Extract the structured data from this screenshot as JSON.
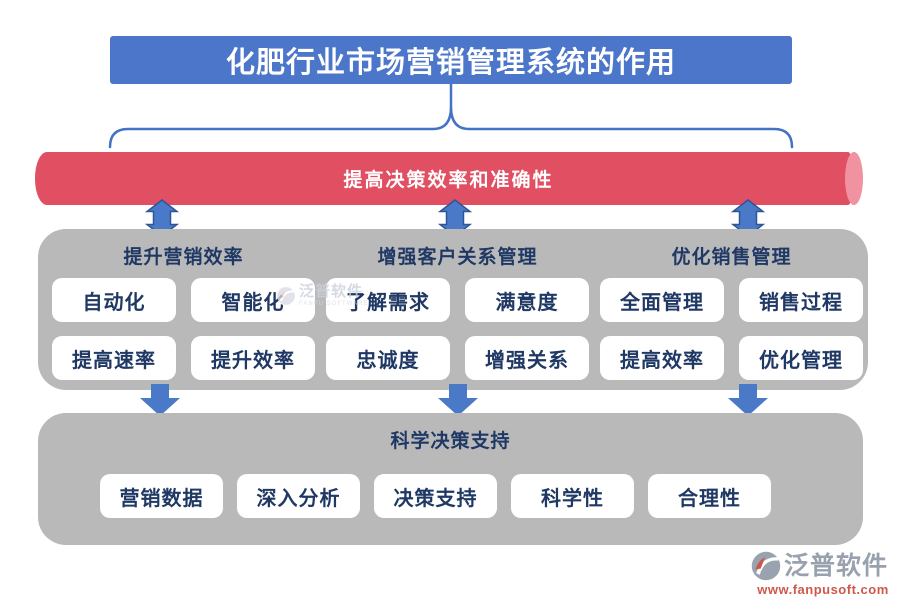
{
  "page": {
    "title": "化肥行业市场营销管理系统的作用"
  },
  "banner": {
    "label": "提高决策效率和准确性"
  },
  "benefits_panel": {
    "columns": [
      {
        "header": "提升营销效率",
        "chips": [
          "自动化",
          "智能化",
          "提高速率",
          "提升效率"
        ]
      },
      {
        "header": "增强客户关系管理",
        "chips": [
          "了解需求",
          "满意度",
          "忠诚度",
          "增强关系"
        ]
      },
      {
        "header": "优化销售管理",
        "chips": [
          "全面管理",
          "销售过程",
          "提高效率",
          "优化管理"
        ]
      }
    ]
  },
  "support_panel": {
    "header": "科学决策支持",
    "chips": [
      "营销数据",
      "深入分析",
      "决策支持",
      "科学性",
      "合理性"
    ]
  },
  "watermark": {
    "brand": "泛普软件",
    "subtext": "FANPU SOFTWARE"
  },
  "footer_logo": {
    "brand": "泛普软件",
    "url": "www.fanpusoft.com"
  },
  "icons": {
    "title_to_banner_connector": "curly-brace",
    "banner_to_benefits": "up-down-arrow",
    "benefits_to_support": "down-arrow",
    "brand_mark": "fanpu-circle-logo"
  },
  "colors": {
    "title_bg": "#4B76C9",
    "title_text": "#FFFFFF",
    "banner_bg": "#E14F63",
    "banner_cap": "#F0929F",
    "banner_text": "#FFFFFF",
    "panel_bg": "#B9B9B9",
    "chip_bg": "#FFFFFF",
    "navy_text": "#1F3864",
    "arrow_fill": "#4A7AC7",
    "arrow_outline": "#2C5697",
    "brace": "#4472C4",
    "logo_gray": "#98A2AF",
    "logo_red": "#CF584C"
  }
}
